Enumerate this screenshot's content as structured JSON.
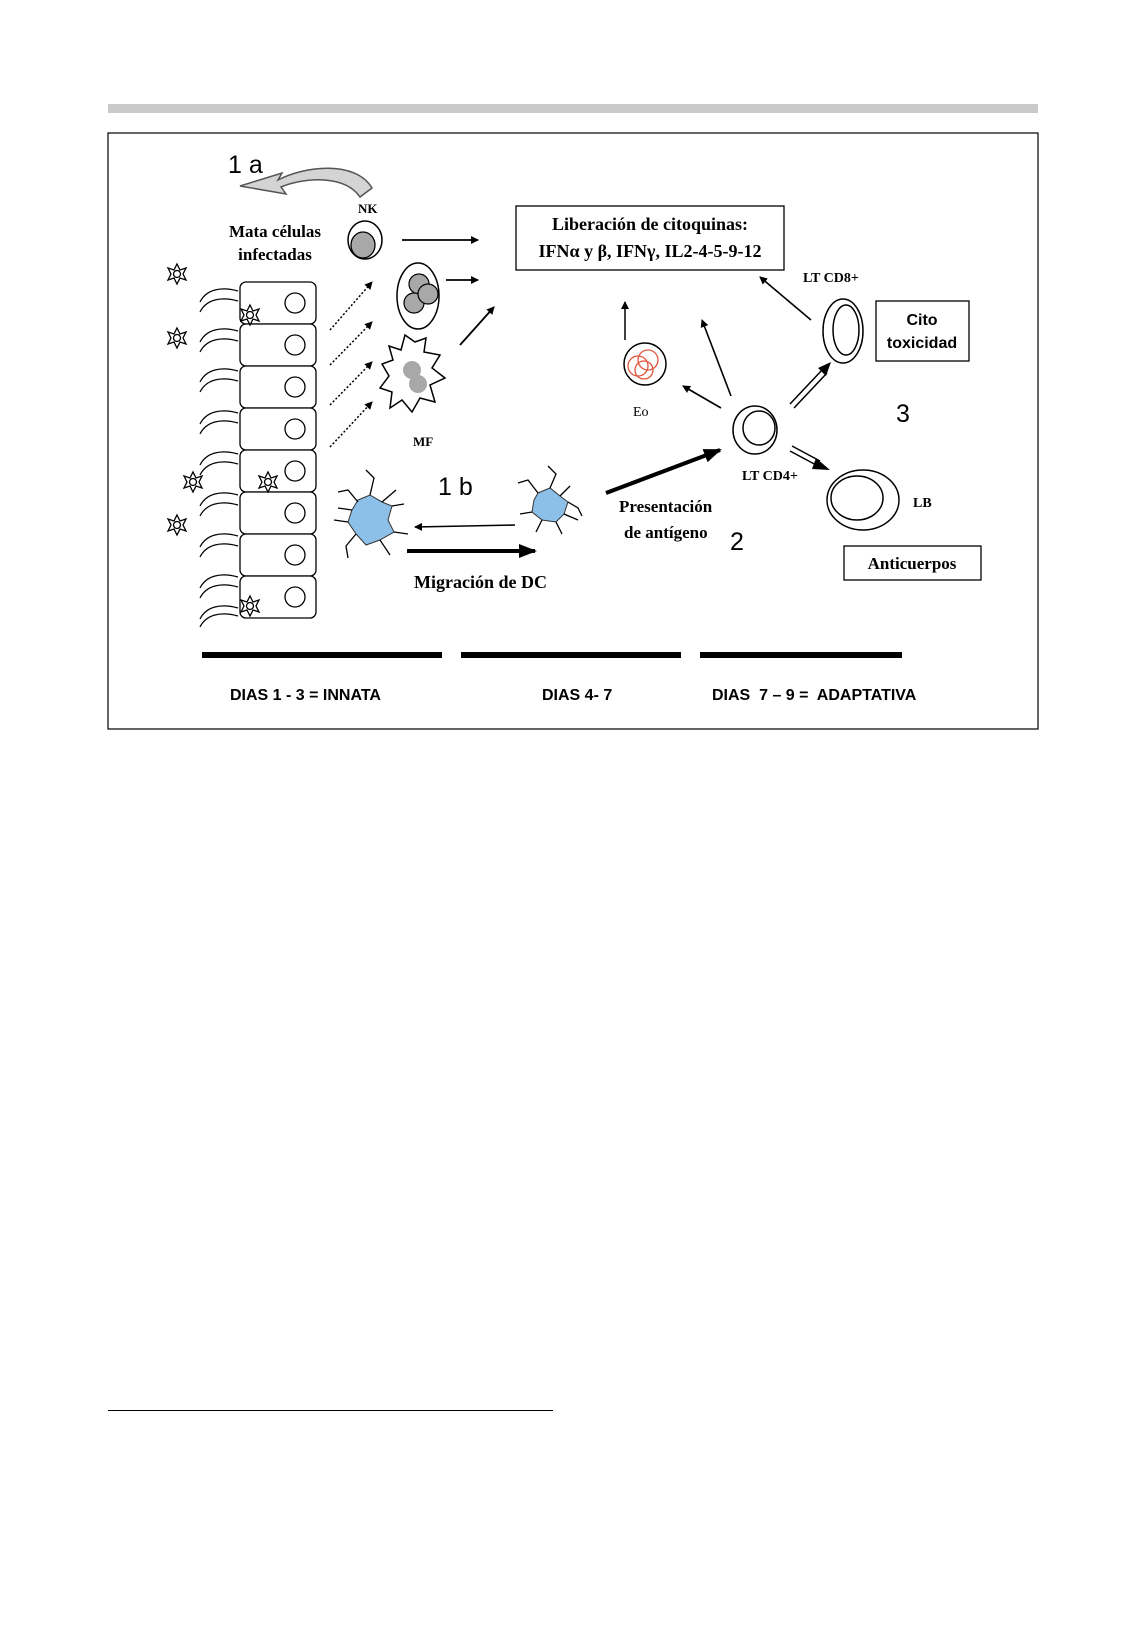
{
  "figure": {
    "step_1a": "1 a",
    "step_1b": "1 b",
    "step_2": "2",
    "step_3": "3",
    "nk_label": "NK",
    "kill_line1": "Mata células",
    "kill_line2": "infectadas",
    "mf_label": "MF",
    "cytokine_line1": "Liberación de citoquinas:",
    "cytokine_line2": "IFNα y β, IFNγ, IL2-4-5-9-12",
    "eo_label": "Eo",
    "cd8_label": "LT CD8+",
    "cd4_label": "LT CD4+",
    "lb_label": "LB",
    "cyto_line1": "Cito",
    "cyto_line2": "toxicidad",
    "antibodies": "Anticuerpos",
    "presentation_line1": "Presentación",
    "presentation_line2": "de antígeno",
    "dc_migration": "Migración de DC",
    "phase1": "DIAS 1 - 3 = INNATA",
    "phase2": "DIAS 4- 7",
    "phase3": "DIAS  7 – 9 =  ADAPTATIVA"
  },
  "colors": {
    "dendritic_cell": "#8cc0e8",
    "eosinophil": "#e0553b",
    "nucleus_gray": "#a8a8a8",
    "top_rule": "#c9c9c9"
  }
}
